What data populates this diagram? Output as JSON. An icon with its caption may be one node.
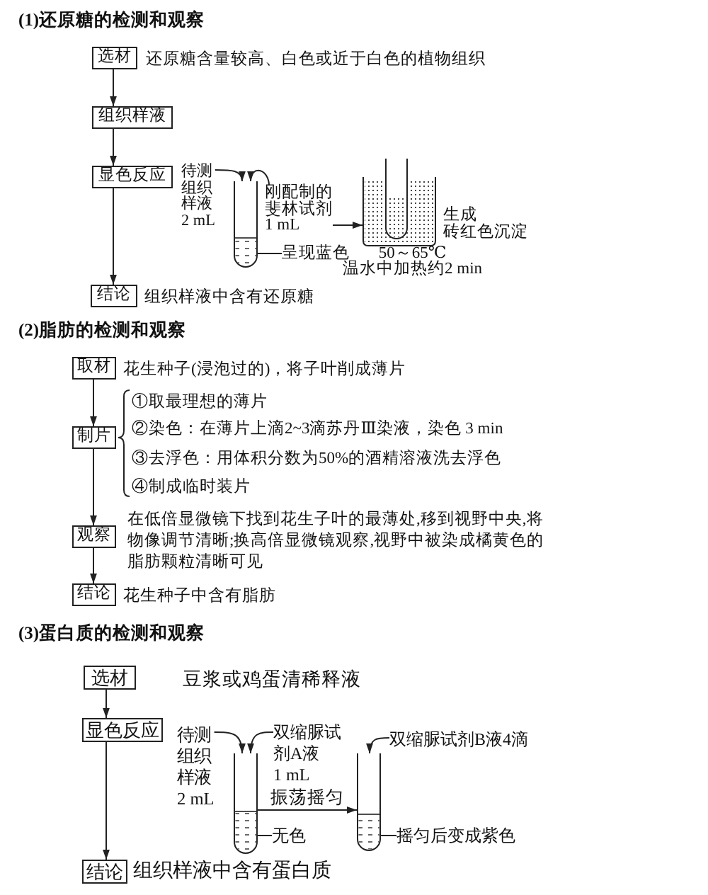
{
  "diagram": {
    "nodes": [
      {
        "text": [
          "选材"
        ],
        "beside": [
          "还原糖含量较高、白色或近于白色的植物组织"
        ]
      },
      {
        "text": [
          "组织样液"
        ]
      },
      {
        "text": [
          "显色反应"
        ]
      },
      {
        "text": [
          "待测组织样液2 mL"
        ]
      },
      {
        "text": [],
        "shape": "picture"
      },
      {
        "text": [
          "刚配制的斐林试剂1 mL"
        ]
      },
      {
        "text": [],
        "shape": "picture",
        "beside": [
          "生成砖红色沉淀",
          "50～65℃ 温水中加热约2 min"
        ]
      },
      {
        "text": [
          "呈现蓝色"
        ]
      },
      {
        "text": [
          "结论"
        ],
        "beside": [
          "组织样液中含有还原糖"
        ]
      },
      {
        "text": [
          "取材"
        ],
        "beside": [
          "花生种子(浸泡过的)，将子叶削成薄片"
        ]
      },
      {
        "text": [
          "制片"
        ],
        "beside": [
          "①取最理想的薄片",
          "②染色：在薄片上滴2~3滴苏丹Ⅲ染液，染色 3 min",
          "③去浮色：用体积分数为50%的酒精溶液洗去浮色",
          "④制成临时装片"
        ]
      },
      {
        "text": [
          "观察"
        ],
        "beside": [
          "在低倍显微镜下找到花生子叶的最薄处,移到视野中央,将物像调节清晰;换高倍显微镜观察,视野中被染成橘黄色的脂肪颗粒清晰可见"
        ]
      },
      {
        "text": [
          "结论"
        ],
        "beside": [
          "花生种子中含有脂肪"
        ]
      },
      {
        "text": [
          "选材"
        ],
        "beside": [
          "豆浆或鸡蛋清稀释液"
        ]
      },
      {
        "text": [
          "显色反应"
        ]
      },
      {
        "text": [
          "待测组织样液2 mL"
        ]
      },
      {
        "text": [],
        "shape": "picture"
      },
      {
        "text": [
          "双缩脲试剂A液1 mL"
        ]
      },
      {
        "text": [
          "双缩脲试剂B液4滴"
        ]
      },
      {
        "text": [],
        "shape": "picture"
      },
      {
        "text": [
          "无色"
        ]
      },
      {
        "text": [
          "摇匀后变成紫色"
        ]
      },
      {
        "text": [
          "结论"
        ],
        "beside": [
          "组织样液中含有蛋白质"
        ]
      }
    ],
    "edges": [
      {
        "from": 0,
        "to": 1,
        "arrow": "to"
      },
      {
        "from": 1,
        "to": 2,
        "arrow": "to"
      },
      {
        "from": 2,
        "to": 8,
        "arrow": "to"
      },
      {
        "from": 3,
        "to": 4,
        "arrow": "to"
      },
      {
        "from": 5,
        "to": 4,
        "arrow": "to"
      },
      {
        "from": 5,
        "to": 6,
        "arrow": "to"
      },
      {
        "from": 7,
        "to": 4,
        "arrow": "none"
      },
      {
        "from": 9,
        "to": 10,
        "arrow": "to"
      },
      {
        "from": 10,
        "to": 11,
        "arrow": "to"
      },
      {
        "from": 11,
        "to": 12,
        "arrow": "to"
      },
      {
        "from": 13,
        "to": 14,
        "arrow": "to"
      },
      {
        "from": 14,
        "to": 22,
        "arrow": "to"
      },
      {
        "from": 15,
        "to": 16,
        "arrow": "to"
      },
      {
        "from": 17,
        "to": 16,
        "arrow": "to"
      },
      {
        "from": 16,
        "to": 19,
        "arrow": "to",
        "label": "振荡摇匀"
      },
      {
        "from": 18,
        "to": 19,
        "arrow": "to"
      },
      {
        "from": 20,
        "to": 16,
        "arrow": "none"
      },
      {
        "from": 21,
        "to": 19,
        "arrow": "none"
      }
    ],
    "labels": [
      "(1)还原糖的检测和观察",
      "(2)脂肪的检测和观察",
      "(3)蛋白质的检测和观察"
    ]
  }
}
